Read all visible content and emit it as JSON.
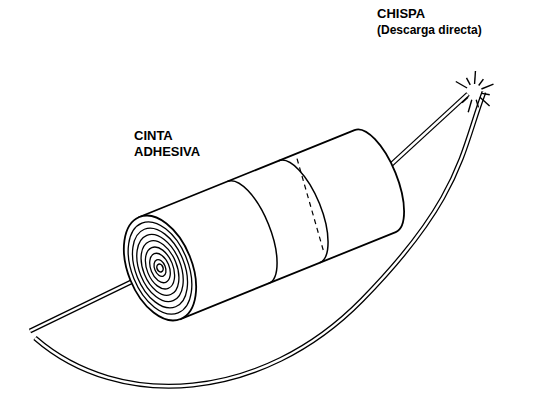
{
  "diagram": {
    "labels": [
      "CINTA ADHESIVA",
      "CHISPA",
      "(Descarga directa)"
    ]
  }
}
